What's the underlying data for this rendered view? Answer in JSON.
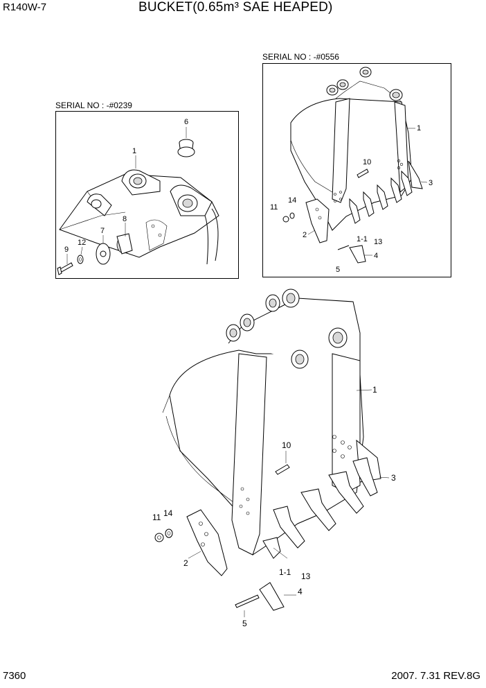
{
  "header": {
    "model": "R140W-7",
    "title": "BUCKET(0.65m³ SAE HEAPED)"
  },
  "footer": {
    "page_number": "7360",
    "revision": "2007. 7.31  REV.8G"
  },
  "panels": {
    "left": {
      "serial": "SERIAL NO : -#0239",
      "callouts": [
        "1",
        "6",
        "7",
        "8",
        "9",
        "12"
      ]
    },
    "right": {
      "serial": "SERIAL NO : -#0556",
      "callouts": [
        "1",
        "10",
        "3",
        "14",
        "11",
        "2",
        "1-1",
        "13",
        "4",
        "5"
      ]
    }
  },
  "main": {
    "callouts": [
      "1",
      "10",
      "3",
      "14",
      "11",
      "2",
      "1-1",
      "13",
      "4",
      "5"
    ]
  }
}
